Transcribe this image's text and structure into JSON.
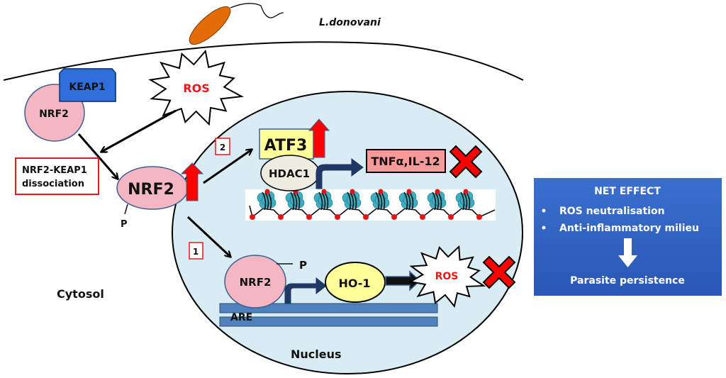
{
  "diagram": {
    "parasite": {
      "label": "L.donovani",
      "color": "#e36c09"
    },
    "compartments": {
      "cytosol": "Cytosol",
      "nucleus": "Nucleus"
    },
    "cytosol": {
      "keap1": "KEAP1",
      "nrf2_bound": "NRF2",
      "ros": "ROS",
      "dissociation_box": [
        "NRF2-KEAP1",
        "dissociation"
      ],
      "nrf2_free": "NRF2",
      "phospho_label": "P"
    },
    "pathway_2": {
      "step_number": "2",
      "atf3": "ATF3",
      "hdac1": "HDAC1",
      "target_genes": "TNFα,IL-12",
      "outcome": "blocked"
    },
    "pathway_1": {
      "step_number": "1",
      "nrf2": "NRF2",
      "phospho_label": "P",
      "response_element": "ARE",
      "ho1": "HO-1",
      "ros": "ROS",
      "outcome": "blocked"
    },
    "net_effect": {
      "title": "NET EFFECT",
      "bullets": [
        "ROS neutralisation",
        "Anti-inflammatory milieu"
      ],
      "result": "Parasite persistence"
    },
    "colors": {
      "nrf2_fill": "#f4b6c2",
      "keap1_fill": "#2f6fdb",
      "nucleus_fill": "#daecf3",
      "atf3_fill": "#ffff99",
      "ho1_fill": "#ffff99",
      "hdac1_fill": "#eeece1",
      "tnf_fill": "#f79a9a",
      "dna_fill": "#4f81bd",
      "up_arrow": "#ff0000",
      "block_x": "#ff0000",
      "net_effect_bg": "#3366cc",
      "ros_text": "#e8171b"
    }
  }
}
